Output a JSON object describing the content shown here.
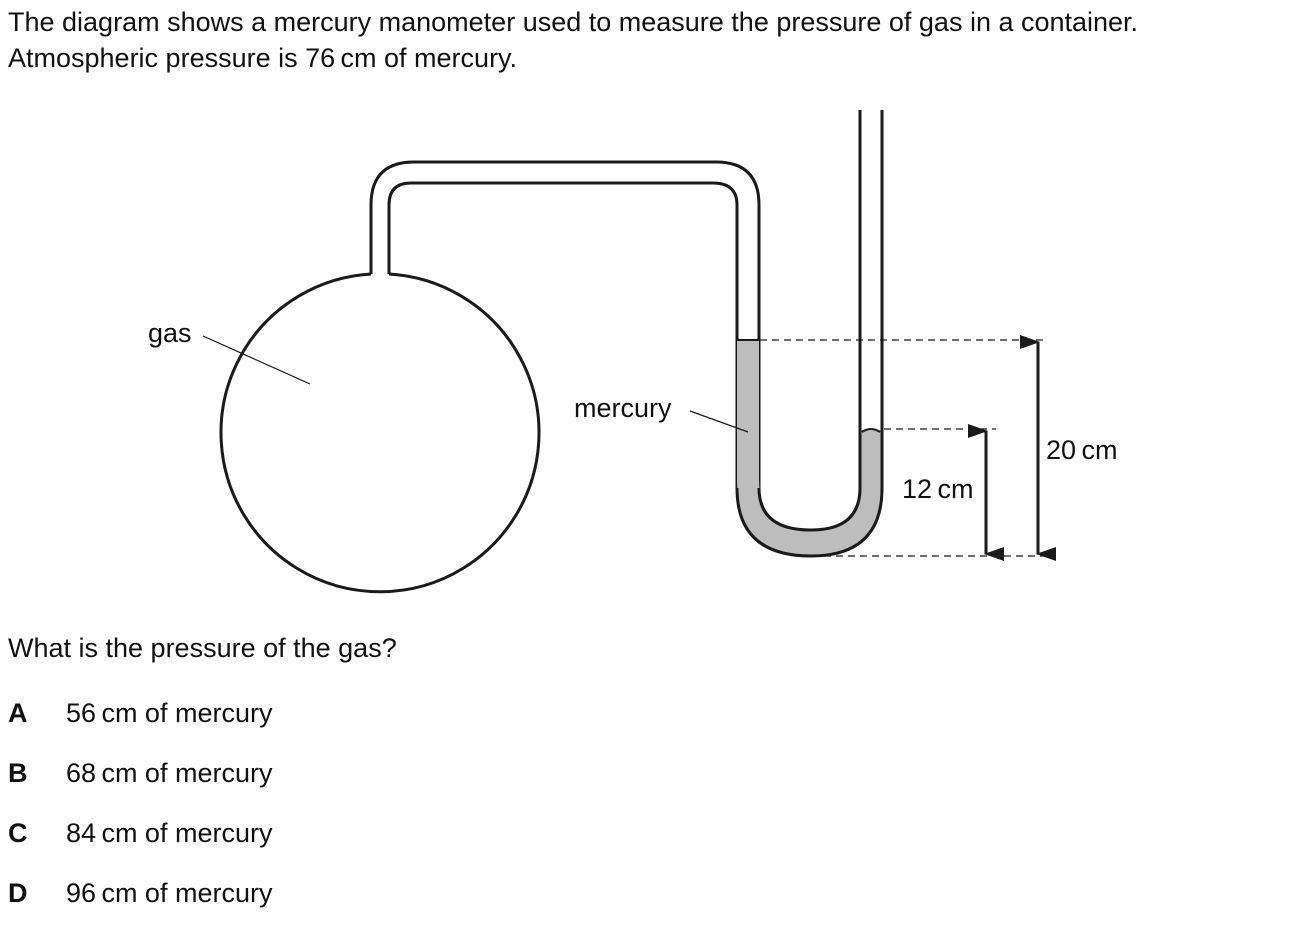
{
  "question": {
    "stem_line1": "The diagram shows a mercury manometer used to measure the pressure of gas in a container.",
    "stem_line2": "Atmospheric pressure is 76 cm of mercury.",
    "prompt": "What is the pressure of the gas?"
  },
  "diagram": {
    "labels": {
      "gas": "gas",
      "mercury": "mercury",
      "height_small": "12 cm",
      "height_large": "20 cm"
    },
    "colors": {
      "outline": "#1a1a1a",
      "mercury_fill": "#bdbdbd"
    }
  },
  "options": [
    {
      "letter": "A",
      "text": "56 cm of mercury"
    },
    {
      "letter": "B",
      "text": "68 cm of mercury"
    },
    {
      "letter": "C",
      "text": "84 cm of mercury"
    },
    {
      "letter": "D",
      "text": "96 cm of mercury"
    }
  ]
}
